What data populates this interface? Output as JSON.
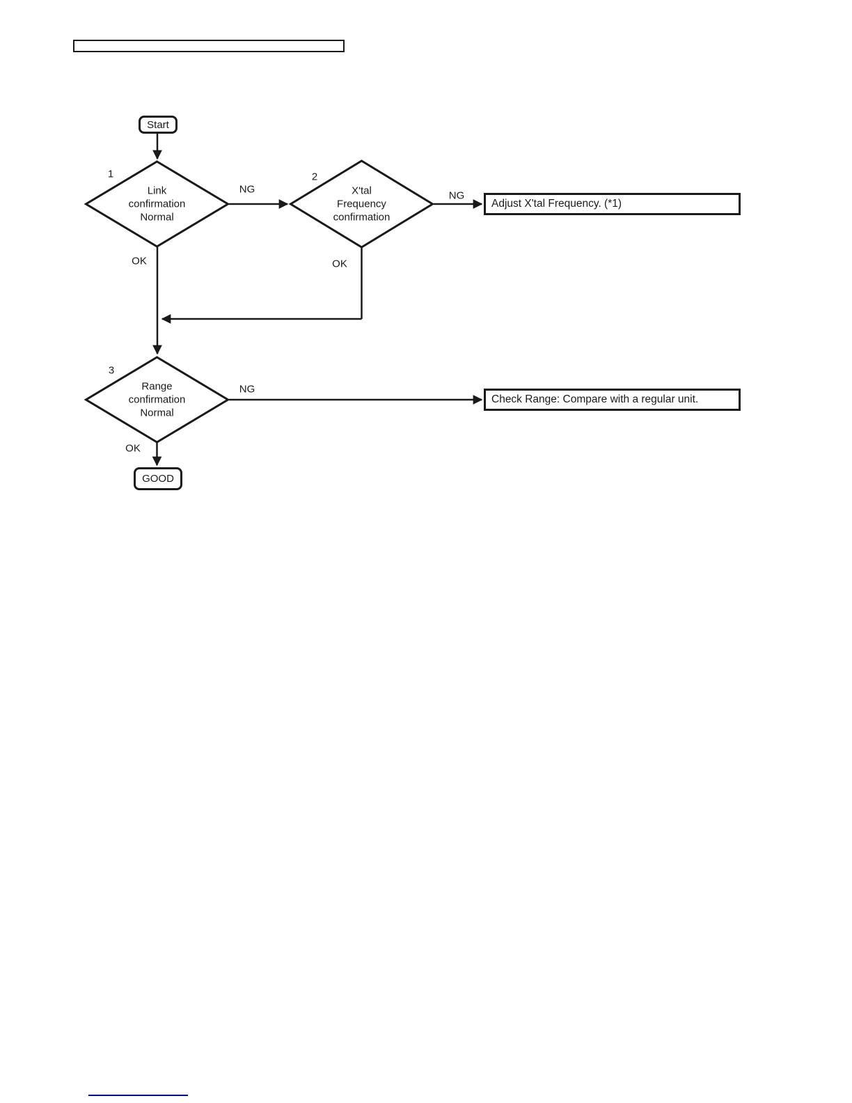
{
  "page": {
    "title_box_text": "",
    "background_color": "#ffffff",
    "line_color": "#1a1a1a",
    "footer_link_color": "#000080"
  },
  "flowchart": {
    "start_label": "Start",
    "end_label": "GOOD",
    "decisions": [
      {
        "number": "1",
        "lines": [
          "Link",
          "confirmation",
          "Normal"
        ],
        "ng": "NG",
        "ok": "OK"
      },
      {
        "number": "2",
        "lines": [
          "X'tal",
          "Frequency",
          "confirmation"
        ],
        "ng": "NG",
        "ok": "OK"
      },
      {
        "number": "3",
        "lines": [
          "Range",
          "confirmation",
          "Normal"
        ],
        "ng": "NG",
        "ok": "OK"
      }
    ],
    "actions": [
      {
        "label": "Adjust X'tal Frequency. (*1)"
      },
      {
        "label": "Check Range: Compare with a regular unit."
      }
    ]
  }
}
